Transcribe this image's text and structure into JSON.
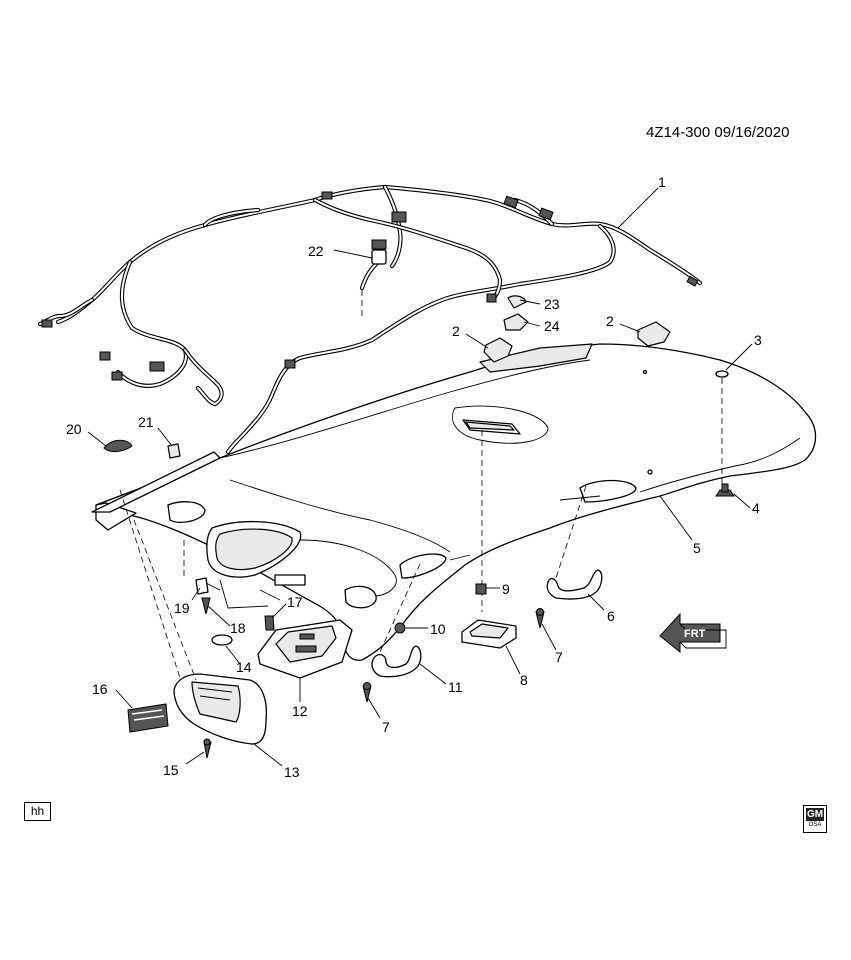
{
  "header": {
    "reference": "4Z14-300  09/16/2020"
  },
  "corner_codes": {
    "hh": "hh",
    "gm": "GM",
    "gm_sub": "OSA"
  },
  "front_arrow": {
    "label": "FRT"
  },
  "callouts": [
    {
      "id": "c1",
      "text": "1"
    },
    {
      "id": "c2a",
      "text": "2"
    },
    {
      "id": "c2b",
      "text": "2"
    },
    {
      "id": "c3",
      "text": "3"
    },
    {
      "id": "c4",
      "text": "4"
    },
    {
      "id": "c5",
      "text": "5"
    },
    {
      "id": "c6",
      "text": "6"
    },
    {
      "id": "c7a",
      "text": "7"
    },
    {
      "id": "c7b",
      "text": "7"
    },
    {
      "id": "c8",
      "text": "8"
    },
    {
      "id": "c9",
      "text": "9"
    },
    {
      "id": "c10",
      "text": "10"
    },
    {
      "id": "c11",
      "text": "11"
    },
    {
      "id": "c12",
      "text": "12"
    },
    {
      "id": "c13",
      "text": "13"
    },
    {
      "id": "c14",
      "text": "14"
    },
    {
      "id": "c15",
      "text": "15"
    },
    {
      "id": "c16",
      "text": "16"
    },
    {
      "id": "c17",
      "text": "17"
    },
    {
      "id": "c18",
      "text": "18"
    },
    {
      "id": "c19",
      "text": "19"
    },
    {
      "id": "c20",
      "text": "20"
    },
    {
      "id": "c21",
      "text": "21"
    },
    {
      "id": "c22",
      "text": "22"
    },
    {
      "id": "c23",
      "text": "23"
    },
    {
      "id": "c24",
      "text": "24"
    }
  ]
}
